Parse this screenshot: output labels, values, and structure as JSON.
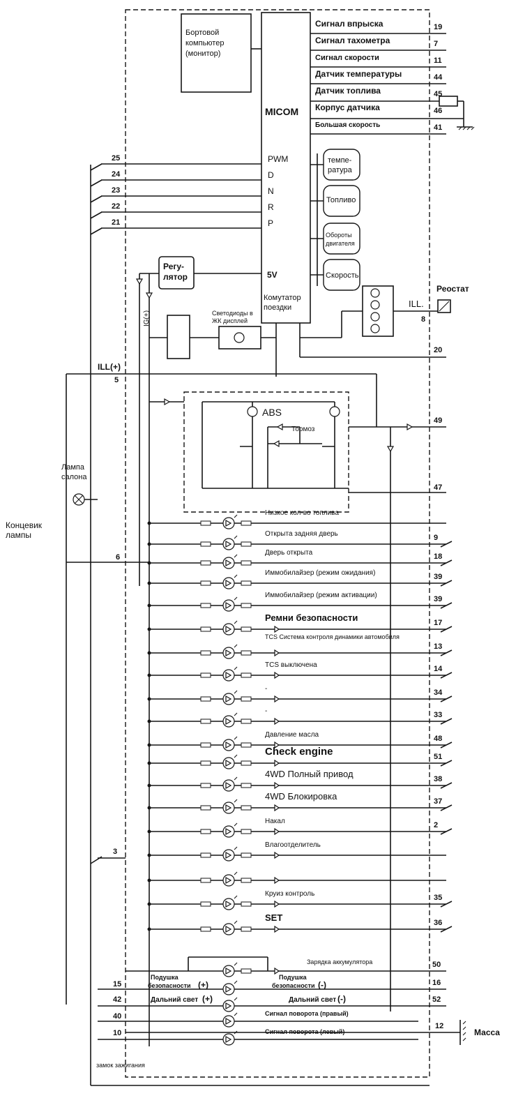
{
  "top_signals": [
    {
      "label": "Сигнал впрыска",
      "pin": "19"
    },
    {
      "label": "Сигнал тахометра",
      "pin": "7"
    },
    {
      "label": "Сигнал скорости",
      "pin": "11"
    },
    {
      "label": "Датчик температуры",
      "pin": "44"
    },
    {
      "label": "Датчик топлива",
      "pin": "45"
    },
    {
      "label": "Корпус датчика",
      "pin": "46"
    },
    {
      "label": "Большая скорость",
      "pin": "41"
    }
  ],
  "onboard_computer": [
    "Бортовой",
    "компьютер",
    "(монитор)"
  ],
  "micom": "MICOM",
  "micom_inputs": [
    {
      "pin": "25",
      "label": "PWM"
    },
    {
      "pin": "24",
      "label": "D"
    },
    {
      "pin": "23",
      "label": "N"
    },
    {
      "pin": "22",
      "label": "R"
    },
    {
      "pin": "21",
      "label": "P"
    }
  ],
  "gauges": [
    [
      "темпе-",
      "ратура"
    ],
    [
      "Топливо"
    ],
    [
      "Обороты",
      "двигателя"
    ],
    [
      "Скорость"
    ]
  ],
  "regulator": [
    "Регу-",
    "лятор"
  ],
  "five_v": "5V",
  "trip_switch": [
    "Комутатор",
    "поездки"
  ],
  "lcd_leds": [
    "Светодиоды в",
    "ЖК дисплей"
  ],
  "ig": "IG(+)",
  "rheostat": "Реостат",
  "ill": "ILL.",
  "pin_8": "8",
  "pin_20": "20",
  "ill_plus": "ILL(+)",
  "pin_5": "5",
  "abs": "ABS",
  "brake": "Тормоз",
  "pin_49": "49",
  "pin_47": "47",
  "cabin_lamp": [
    "Лампа",
    "салона"
  ],
  "door_switch": [
    "Концевик",
    "лампы"
  ],
  "pin_6": "6",
  "pin_3": "3",
  "indicators": [
    {
      "label": "Низкое кол-во топлива",
      "pin": ""
    },
    {
      "label": "Открыта задняя дверь",
      "pin": "9"
    },
    {
      "label": "Дверь открыта",
      "pin": "18"
    },
    {
      "label": "Иммобилайзер  (режим ожидания)",
      "pin": "39"
    },
    {
      "label": "Иммобилайзер  (режим активации)",
      "pin": "39"
    },
    {
      "label": "Ремни   безопасности",
      "pin": "17"
    },
    {
      "label": "TCS Система контроля динамики автомобиля",
      "pin": "13"
    },
    {
      "label": "TCS выключена",
      "pin": "14"
    },
    {
      "label": "-",
      "pin": "34"
    },
    {
      "label": "-",
      "pin": "33"
    },
    {
      "label": "Давление масла",
      "pin": "48"
    },
    {
      "label": "Check engine",
      "pin": "51"
    },
    {
      "label": "4WD Полный привод",
      "pin": "38"
    },
    {
      "label": "4WD Блокировка",
      "pin": "37"
    },
    {
      "label": "Накал",
      "pin": "2"
    },
    {
      "label": "Влагоотделитель",
      "pin": ""
    },
    {
      "label": "",
      "pin": ""
    },
    {
      "label": "Круиз контроль",
      "pin": "35"
    },
    {
      "label": "SET",
      "pin": "36"
    }
  ],
  "battery": {
    "label": "Зарядка аккумулятора",
    "pin": "50"
  },
  "airbag_plus": {
    "label1": "Подушка",
    "label2": "безопасности",
    "sign": "(+)",
    "pin": "15"
  },
  "airbag_minus": {
    "label1": "Подушка",
    "label2": "безопасности",
    "sign": "(-)",
    "pin": "16"
  },
  "highbeam_plus": {
    "label": "Дальний свет",
    "sign": "(+)",
    "pin": "42"
  },
  "highbeam_minus": {
    "label": "Дальний свет",
    "sign": "(-)",
    "pin": "52"
  },
  "turn_right": {
    "label": "Сигнал поворота (правый)",
    "pin": "40"
  },
  "turn_left": {
    "label": "Сигнал поворота (левый)",
    "pin": "10"
  },
  "pin_12": "12",
  "ground": "Масса",
  "ignition": "замок зажигания"
}
